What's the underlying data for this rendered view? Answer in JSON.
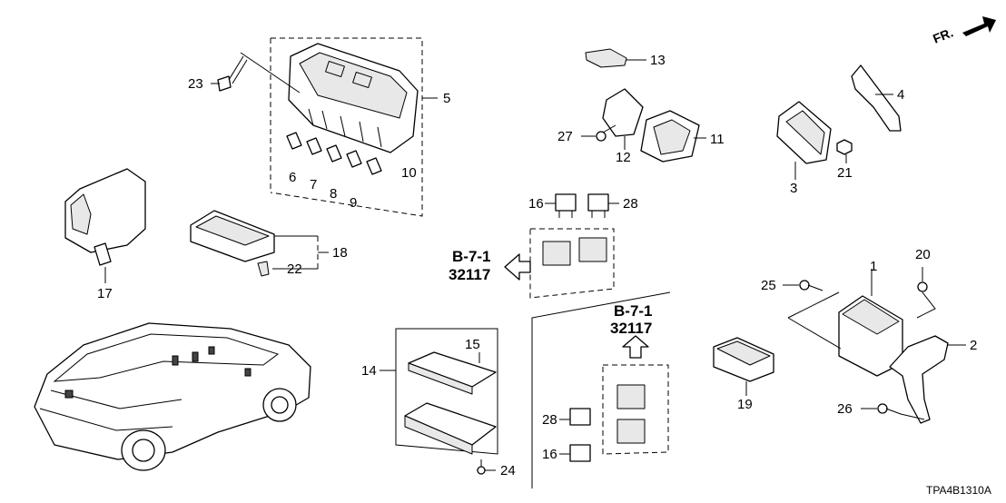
{
  "direction": {
    "label": "FR."
  },
  "diagram_code": "TPA4B1310A",
  "references": [
    {
      "id": "ref-upper",
      "code": "B-7-1",
      "number": "32117"
    },
    {
      "id": "ref-lower",
      "code": "B-7-1",
      "number": "32117"
    }
  ],
  "callouts": [
    "1",
    "2",
    "3",
    "4",
    "5",
    "6",
    "7",
    "8",
    "9",
    "10",
    "11",
    "12",
    "13",
    "14",
    "15",
    "16",
    "16",
    "17",
    "18",
    "19",
    "20",
    "21",
    "22",
    "23",
    "24",
    "25",
    "26",
    "27",
    "28",
    "28"
  ]
}
